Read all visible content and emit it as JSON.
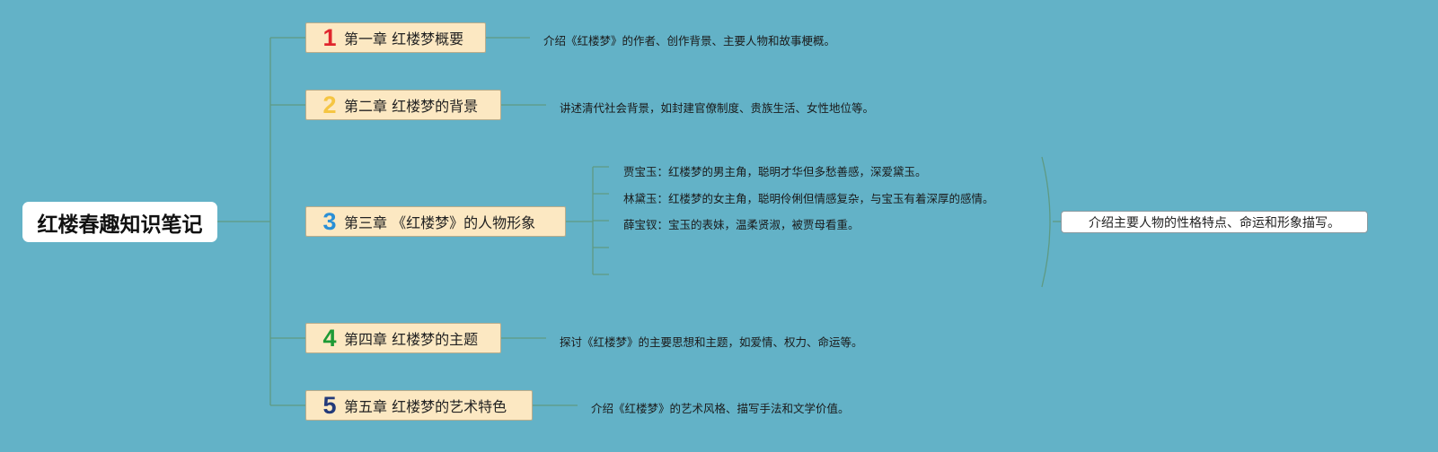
{
  "root": {
    "title": "红楼春趣知识笔记"
  },
  "chapters": [
    {
      "number": "1",
      "number_color": "#e0262d",
      "label": "第一章 红楼梦概要",
      "description": "介绍《红楼梦》的作者、创作背景、主要人物和故事梗概。"
    },
    {
      "number": "2",
      "number_color": "#f5c542",
      "label": "第二章 红楼梦的背景",
      "description": "讲述清代社会背景，如封建官僚制度、贵族生活、女性地位等。"
    },
    {
      "number": "3",
      "number_color": "#2a8fd6",
      "label": "第三章 《红楼梦》的人物形象",
      "characters": [
        "贾宝玉：红楼梦的男主角，聪明才华但多愁善感，深爱黛玉。",
        "林黛玉：红楼梦的女主角，聪明伶俐但情感复杂，与宝玉有着深厚的感情。",
        "薛宝钗：宝玉的表妹，温柔贤淑，被贾母看重。"
      ],
      "summary": "介绍主要人物的性格特点、命运和形象描写。"
    },
    {
      "number": "4",
      "number_color": "#1e9a35",
      "label": "第四章 红楼梦的主题",
      "description": "探讨《红楼梦》的主要思想和主题，如爱情、权力、命运等。"
    },
    {
      "number": "5",
      "number_color": "#233a7a",
      "label": "第五章 红楼梦的艺术特色",
      "description": "介绍《红楼梦》的艺术风格、描写手法和文学价值。"
    }
  ],
  "colors": {
    "background": "#63b2c7",
    "connector": "#5e9a83",
    "chapter_fill": "#fce8c2"
  }
}
